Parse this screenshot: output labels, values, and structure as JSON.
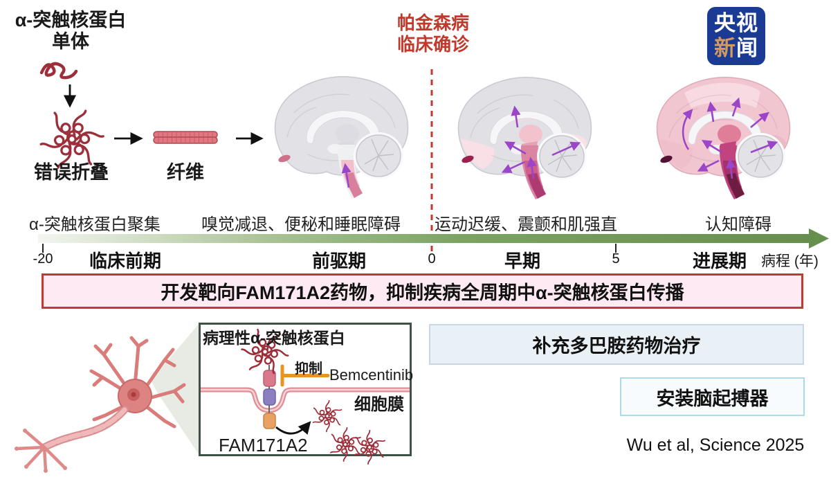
{
  "header": {
    "monomer_title_line1": "α-突触核蛋白",
    "monomer_title_line2": "单体",
    "misfold_label": "错误折叠",
    "fibril_label": "纤维",
    "diagnosis_line1": "帕金森病",
    "diagnosis_line2": "临床确诊"
  },
  "logo": {
    "line1": "央视",
    "char_xin": "新",
    "char_wen": "闻"
  },
  "timeline": {
    "symptoms": [
      "α-突触核蛋白聚集",
      "嗅觉减退、便秘和睡眠障碍",
      "运动迟缓、震颤和肌强直",
      "认知障碍"
    ],
    "ticks": [
      "-20",
      "0",
      "5"
    ],
    "phases": [
      "临床前期",
      "前驱期",
      "早期",
      "进展期"
    ],
    "axis_label": "病程 (年)"
  },
  "banner": {
    "text": "开发靶向FAM171A2药物，抑制疾病全周期中α-突触核蛋白传播"
  },
  "inset": {
    "title": "病理性α-突触核蛋白",
    "inhibit_label": "抑制",
    "drug_name": "Bemcentinib",
    "membrane_label": "细胞膜",
    "receptor_label": "FAM171A2"
  },
  "treatments": [
    "补充多巴胺药物治疗",
    "安装脑起搏器"
  ],
  "citation": "Wu et al, Science 2025",
  "colors": {
    "accent_red": "#c0392b",
    "squiggle": "#9c2f3a",
    "fibril": "#e4767f",
    "fibril_outline": "#a84a53",
    "timeline_green": "#668f4e",
    "banner_bg": "#fdeaf2",
    "banner_border": "#c13a32",
    "box_dopamine_bg": "#e9f1f7",
    "box_dopamine_border": "#c8d7e0",
    "box_pacemaker_bg": "#f7fbfd",
    "box_pacemaker_border": "#aedae8",
    "logo_blue": "#1b3a94",
    "logo_gold": "#d29a62",
    "inhibitor_orange": "#e8941f",
    "membrane_pink": "#e08d96",
    "receptor_top": "#d97a8c",
    "receptor_mid": "#8b7fc2",
    "receptor_bottom": "#e8a266",
    "spread_arrow_purple": "#9b45c8",
    "cone_green": "#e7ebe3",
    "inset_border": "#3f5147"
  }
}
